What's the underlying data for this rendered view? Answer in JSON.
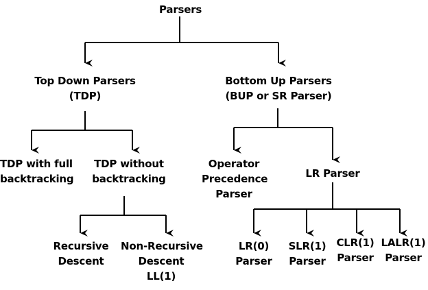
{
  "colors": {
    "line": "#000000",
    "text": "#000000",
    "background": "#ffffff"
  },
  "nodes": {
    "root": {
      "lines": [
        "Parsers"
      ]
    },
    "tdp": {
      "lines": [
        "Top Down Parsers",
        "(TDP)"
      ]
    },
    "bup": {
      "lines": [
        "Bottom Up Parsers",
        "(BUP or SR Parser)"
      ]
    },
    "tdp_full": {
      "lines": [
        "TDP with full",
        "backtracking"
      ]
    },
    "tdp_without": {
      "lines": [
        "TDP without",
        "backtracking"
      ]
    },
    "operator": {
      "lines": [
        "Operator",
        "Precedence",
        "Parser"
      ]
    },
    "lr": {
      "lines": [
        "LR Parser"
      ]
    },
    "recursive": {
      "lines": [
        "Recursive",
        "Descent"
      ]
    },
    "nonrecursive": {
      "lines": [
        "Non-Recursive",
        "Descent",
        "LL(1)"
      ]
    },
    "lr0": {
      "lines": [
        "LR(0)",
        "Parser"
      ]
    },
    "slr": {
      "lines": [
        "SLR(1)",
        "Parser"
      ]
    },
    "clr": {
      "lines": [
        "CLR(1)",
        "Parser"
      ]
    },
    "lalr": {
      "lines": [
        "LALR(1)",
        "Parser"
      ]
    }
  },
  "edges": [
    [
      "root",
      "tdp"
    ],
    [
      "root",
      "bup"
    ],
    [
      "tdp",
      "tdp_full"
    ],
    [
      "tdp",
      "tdp_without"
    ],
    [
      "bup",
      "operator"
    ],
    [
      "bup",
      "lr"
    ],
    [
      "tdp_without",
      "recursive"
    ],
    [
      "tdp_without",
      "nonrecursive"
    ],
    [
      "lr",
      "lr0"
    ],
    [
      "lr",
      "slr"
    ],
    [
      "lr",
      "clr"
    ],
    [
      "lr",
      "lalr"
    ]
  ]
}
